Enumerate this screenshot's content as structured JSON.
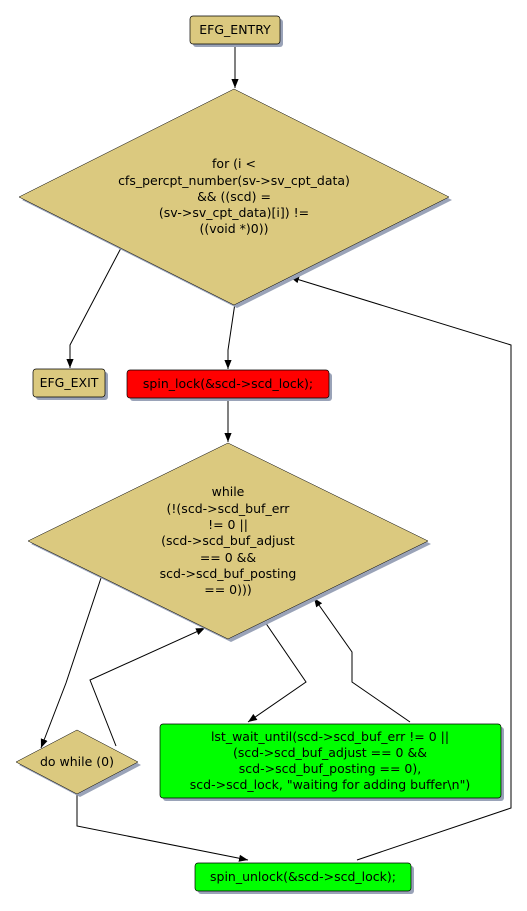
{
  "nodes": {
    "entry": {
      "label": "EFG_ENTRY"
    },
    "for_loop": {
      "lines": [
        "for (i <",
        "cfs_percpt_number(sv->sv_cpt_data)",
        "&& ((scd) =",
        "(sv->sv_cpt_data)[i]) !=",
        "((void *)0))"
      ]
    },
    "exit": {
      "label": "EFG_EXIT"
    },
    "spin_lock": {
      "label": "spin_lock(&scd->scd_lock);"
    },
    "while_loop": {
      "lines": [
        "while",
        "(!(scd->scd_buf_err",
        "!= 0 ||",
        "(scd->scd_buf_adjust",
        "== 0 &&",
        "scd->scd_buf_posting",
        "== 0)))"
      ]
    },
    "do_while": {
      "label": "do while (0)"
    },
    "lst_wait": {
      "lines": [
        "lst_wait_until(scd->scd_buf_err != 0 ||",
        "(scd->scd_buf_adjust == 0 &&",
        "scd->scd_buf_posting == 0),",
        "scd->scd_lock, \"waiting for adding buffer\\n\")"
      ]
    },
    "spin_unlock": {
      "label": "spin_unlock(&scd->scd_lock);"
    }
  },
  "colors": {
    "decision": "#dbc97f",
    "lock": "#ff0000",
    "action": "#00ff00",
    "edge": "#000000",
    "shadow": "#9aa3b8"
  }
}
